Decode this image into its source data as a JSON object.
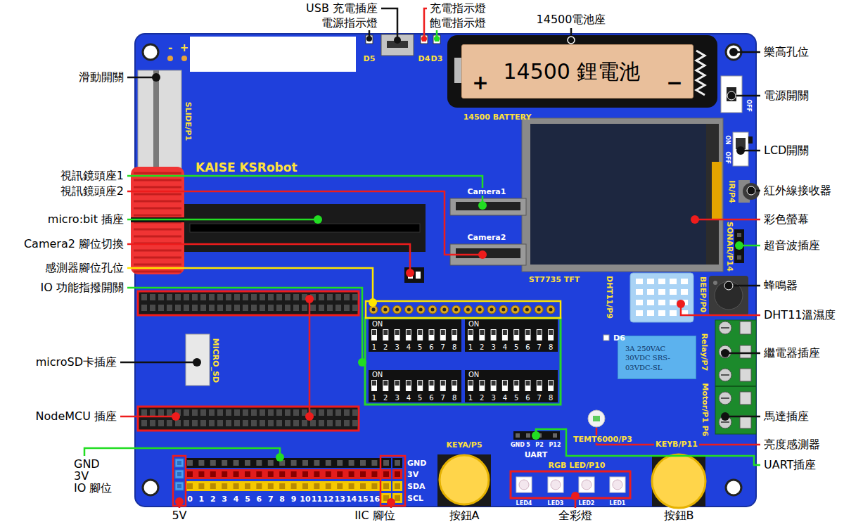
{
  "diagram": {
    "nodes": [
      {
        "text": [
          "14500 鋰電池",
          "+",
          "−"
        ]
      },
      {
        "text": [
          "3A 250VAC 30VDC SRS-03VDC-SL"
        ]
      }
    ],
    "labels": [
      "USB 充電插座",
      "電源指示燈",
      "充電指示燈",
      "飽電指示燈",
      "14500電池座",
      "滑動開關",
      "視訊鏡頭座1",
      "視訊鏡頭座2",
      "micro:bit 插座",
      "Camera2 腳位切換",
      "感測器腳位孔位",
      "IO 功能指撥開關",
      "microSD卡插座",
      "NodeMCU 插座",
      "GND",
      "3V",
      "IO 腳位",
      "5V",
      "IIC 腳位",
      "按鈕A",
      "全彩燈",
      "按鈕B",
      "樂高孔位",
      "電源開關",
      "LCD開關",
      "紅外線接收器",
      "彩色螢幕",
      "超音波插座",
      "蜂鳴器",
      "DHT11溫濕度",
      "繼電器插座",
      "馬達插座",
      "亮度感測器",
      "UART插座",
      "-",
      "+",
      "D5",
      "D4",
      "D3",
      "14500 BATTERY",
      "OFF",
      "ON",
      "OFF",
      "SLIDE/P1",
      "KAISE KSRobot",
      "Camera1",
      "Camera2",
      "ST7735 TFT",
      "IR/P4",
      "SONAR/P14",
      "DHT11/P9",
      "BEEP/P0",
      "D6",
      "Relay/P7",
      "Motor/P1 P6",
      "MICRO_SD",
      "TEMT6000/P3",
      "KEYA/P5",
      "KEYB/P11",
      "UART",
      "GND",
      "5",
      "P2",
      "P12",
      "RGB LED/P10",
      "LED4",
      "LED3",
      "LED2",
      "LED1",
      "GND",
      "3V",
      "SDA",
      "SCL",
      "0",
      "1",
      "2",
      "3",
      "4",
      "5",
      "6",
      "7",
      "8",
      "9",
      "10",
      "11",
      "12",
      "13",
      "14",
      "15",
      "16",
      "ON",
      "1",
      "2",
      "3",
      "4",
      "5",
      "6",
      "7",
      "8",
      "ON",
      "1",
      "2",
      "3",
      "4",
      "5",
      "6",
      "7",
      "8",
      "ON",
      "1",
      "2",
      "3",
      "4",
      "5",
      "6",
      "7",
      "8",
      "ON",
      "1",
      "2",
      "3",
      "4",
      "5",
      "6",
      "7",
      "8"
    ]
  }
}
